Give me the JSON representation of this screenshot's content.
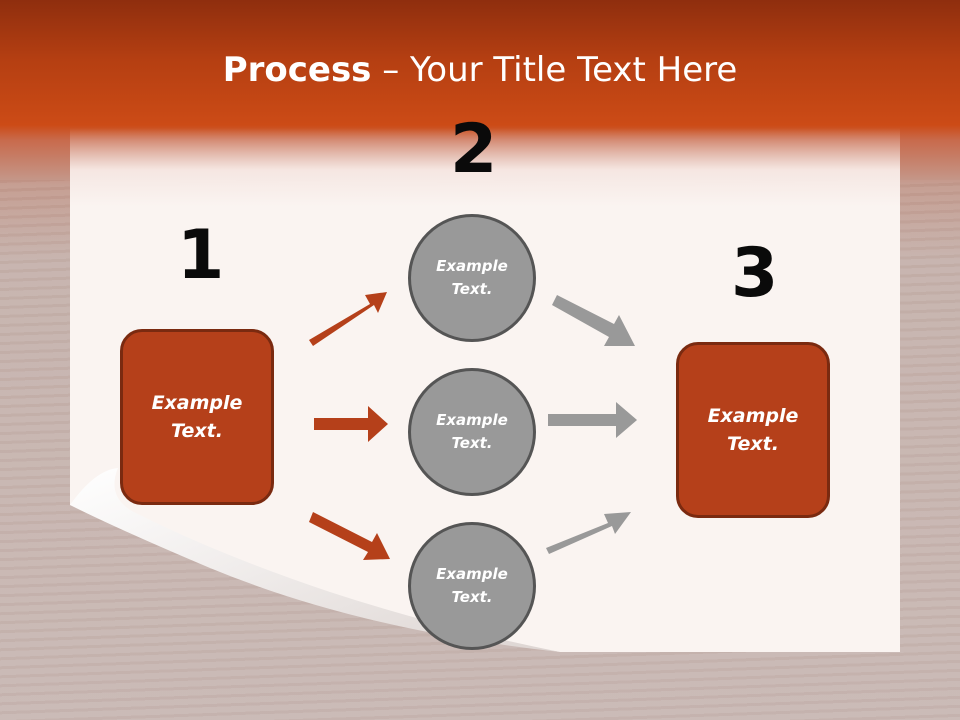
{
  "slide": {
    "title_bold": "Process",
    "title_rest": " – Your Title Text Here"
  },
  "steps": {
    "one": "1",
    "two": "2",
    "three": "3"
  },
  "boxes": {
    "left": "Example Text.",
    "right": "Example Text."
  },
  "circles": {
    "top": "Example Text.",
    "middle": "Example Text.",
    "bottom": "Example Text."
  },
  "colors": {
    "accent": "#b5401a",
    "circle_fill": "#999999",
    "arrow_gray": "#999999"
  }
}
